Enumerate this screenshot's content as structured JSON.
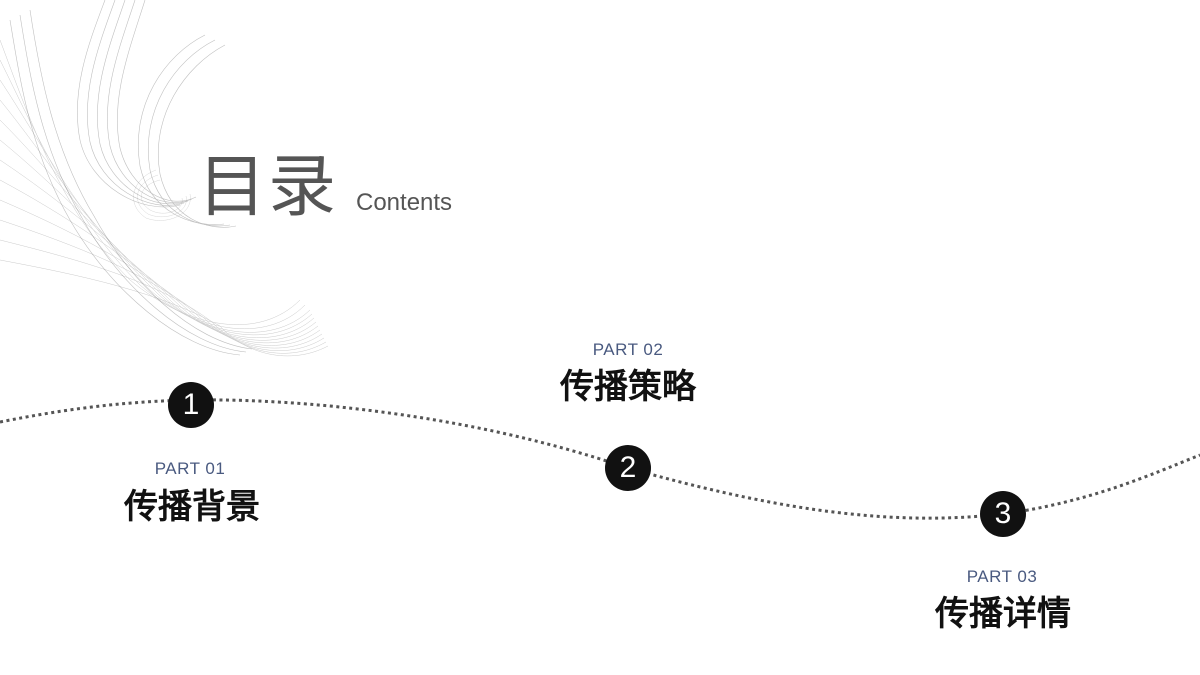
{
  "header": {
    "title_cn": "目录",
    "title_en": "Contents"
  },
  "parts": [
    {
      "number": "1",
      "label": "PART 01",
      "title": "传播背景"
    },
    {
      "number": "2",
      "label": "PART 02",
      "title": "传播策略"
    },
    {
      "number": "3",
      "label": "PART 03",
      "title": "传播详情"
    }
  ],
  "colors": {
    "background": "#ffffff",
    "title": "#555555",
    "part_label": "#4a5a80",
    "part_title": "#111111",
    "node": "#111111",
    "path": "#555555"
  },
  "icons": {
    "decoration": "abstract-line-swirl"
  }
}
